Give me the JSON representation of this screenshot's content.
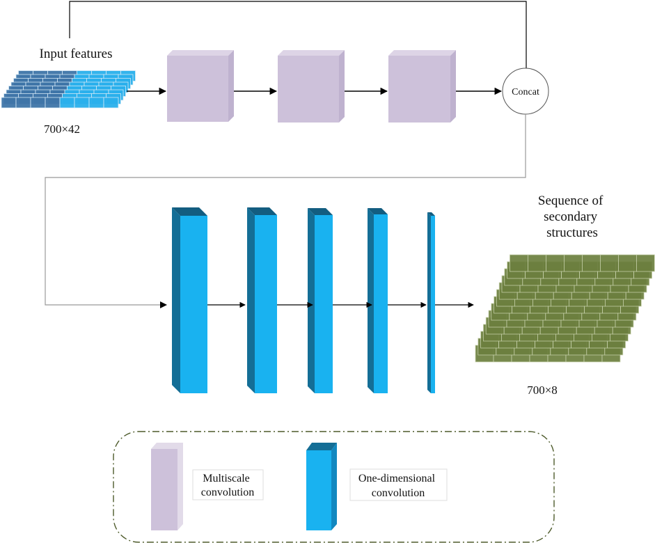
{
  "input": {
    "label": "Input features",
    "dims": "700×42"
  },
  "concat": {
    "label": "Concat"
  },
  "output": {
    "label_lines": [
      "Sequence of",
      "secondary",
      "structures"
    ],
    "dims": "700×8"
  },
  "multiscale_blocks": 3,
  "conv1d_layers": 5,
  "legend": {
    "multiscale_lines": [
      "Multiscale",
      "convolution"
    ],
    "conv1d_lines": [
      "One-dimensional",
      "convolution"
    ]
  },
  "colors": {
    "multiscale_front": "#cdc1da",
    "conv_front": "#19b2f0",
    "conv_side": "#146e96",
    "input_dark": "#3f75a8",
    "input_light": "#2ab0ec",
    "output_green": "#6c7f3e",
    "legend_border": "#4d5a2a"
  }
}
